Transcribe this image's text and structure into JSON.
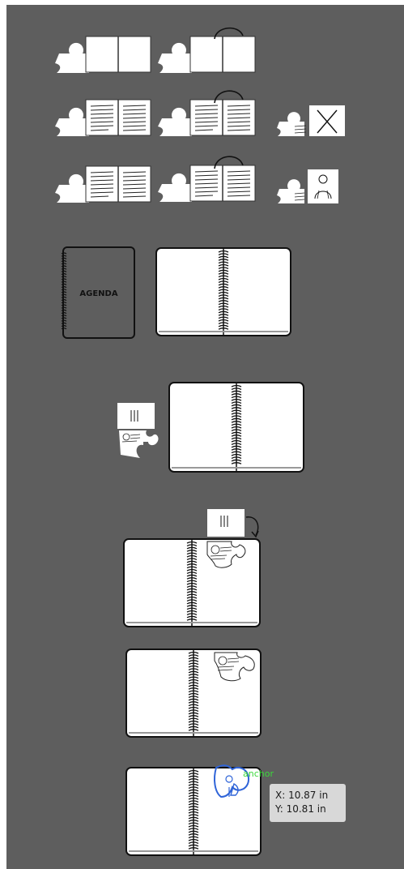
{
  "agenda_label": "AGENDA",
  "anchor_label": "anchor",
  "tooltip": {
    "x": "X: 10.87 in",
    "y": "Y: 10.81 in"
  },
  "icons": [
    "puzzle-piece-icon",
    "book-icon",
    "spiral-notebook-icon",
    "arrow-curve-icon",
    "x-card-icon",
    "person-card-icon",
    "tally-card-icon"
  ]
}
